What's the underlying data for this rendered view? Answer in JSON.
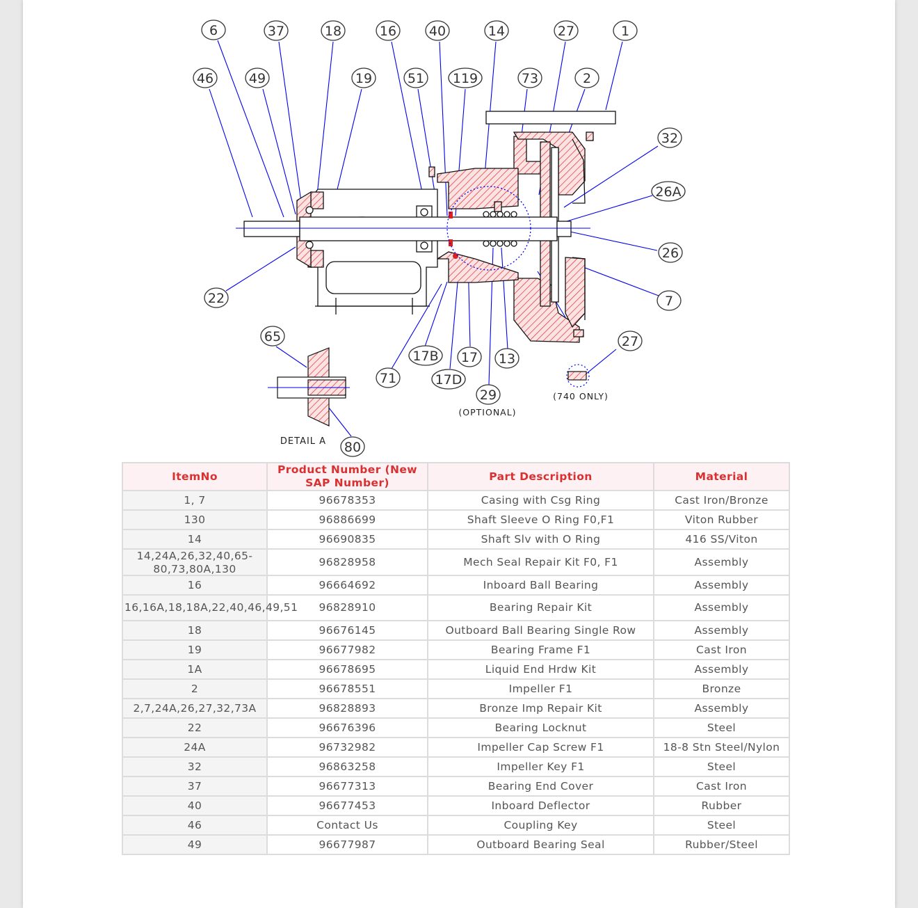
{
  "diagram": {
    "callouts": [
      "6",
      "37",
      "18",
      "16",
      "40",
      "14",
      "27",
      "1",
      "46",
      "49",
      "19",
      "51",
      "119",
      "73",
      "2",
      "32",
      "26A",
      "26",
      "7",
      "22",
      "65",
      "71",
      "17B",
      "17D",
      "17",
      "13",
      "29",
      "27",
      "80"
    ],
    "notes": {
      "optional": "(OPTIONAL)",
      "model_only": "(740 ONLY)",
      "detail": "DETAIL A"
    },
    "colors": {
      "leader": "#0000ee",
      "section": "#e02020",
      "outline": "#111111"
    }
  },
  "table": {
    "headers": [
      "ItemNo",
      "Product Number (New SAP Number)",
      "Part Description",
      "Material"
    ],
    "rows": [
      [
        "1, 7",
        "96678353",
        "Casing with Csg Ring",
        "Cast Iron/Bronze"
      ],
      [
        "130",
        "96886699",
        "Shaft Sleeve O Ring F0,F1",
        "Viton Rubber"
      ],
      [
        "14",
        "96690835",
        "Shaft Slv with O Ring",
        "416 SS/Viton"
      ],
      [
        "14,24A,26,32,40,65-80,73,80A,130",
        "96828958",
        "Mech Seal Repair Kit F0, F1",
        "Assembly"
      ],
      [
        "16",
        "96664692",
        "Inboard Ball Bearing",
        "Assembly"
      ],
      [
        "16,16A,18,18A,22,40,46,49,51",
        "96828910",
        "Bearing Repair Kit",
        "Assembly"
      ],
      [
        "18",
        "96676145",
        "Outboard Ball Bearing Single Row",
        "Assembly"
      ],
      [
        "19",
        "96677982",
        "Bearing Frame F1",
        "Cast Iron"
      ],
      [
        "1A",
        "96678695",
        "Liquid End Hrdw Kit",
        "Assembly"
      ],
      [
        "2",
        "96678551",
        "Impeller F1",
        "Bronze"
      ],
      [
        "2,7,24A,26,27,32,73A",
        "96828893",
        "Bronze Imp Repair Kit",
        "Assembly"
      ],
      [
        "22",
        "96676396",
        "Bearing Locknut",
        "Steel"
      ],
      [
        "24A",
        "96732982",
        "Impeller Cap Screw F1",
        "18-8 Stn Steel/Nylon"
      ],
      [
        "32",
        "96863258",
        "Impeller Key F1",
        "Steel"
      ],
      [
        "37",
        "96677313",
        "Bearing End Cover",
        "Cast Iron"
      ],
      [
        "40",
        "96677453",
        "Inboard Deflector",
        "Rubber"
      ],
      [
        "46",
        "Contact Us",
        "Coupling Key",
        "Steel"
      ],
      [
        "49",
        "96677987",
        "Outboard Bearing Seal",
        "Rubber/Steel"
      ]
    ]
  }
}
